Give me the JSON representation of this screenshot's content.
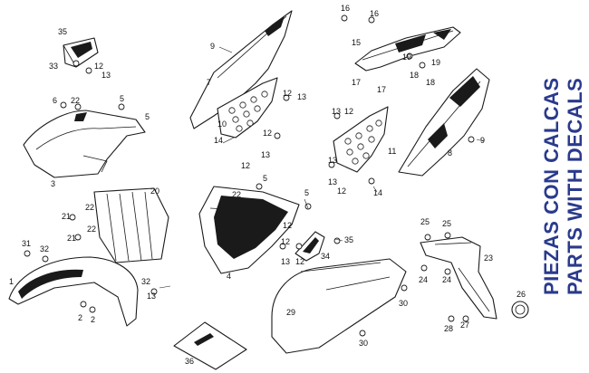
{
  "title_es": "PIEZAS CON CALCAS",
  "title_en": "PARTS WITH DECALS",
  "brand_color": "#2a3a8c",
  "callouts": {
    "c1": "1",
    "c2a": "2",
    "c2b": "2",
    "c3": "3",
    "c4": "4",
    "c5a": "5",
    "c5b": "5",
    "c5c": "5",
    "c5d": "5",
    "c6": "6",
    "c7": "7",
    "c8": "8",
    "c9a": "9",
    "c9b": "9",
    "c10": "10",
    "c11": "11",
    "c12a": "12",
    "c12b": "12",
    "c12c": "12",
    "c12d": "12",
    "c12e": "12",
    "c12f": "12",
    "c12g": "12",
    "c12h": "12",
    "c12i": "12",
    "c13a": "13",
    "c13b": "13",
    "c13c": "13",
    "c13d": "13",
    "c13e": "13",
    "c13f": "13",
    "c13g": "13",
    "c13h": "13",
    "c14a": "14",
    "c14b": "14",
    "c15": "15",
    "c16a": "16",
    "c16b": "16",
    "c17a": "17",
    "c17b": "17",
    "c18a": "18",
    "c18b": "18",
    "c19a": "19",
    "c19b": "19",
    "c20": "20",
    "c21a": "21",
    "c21b": "21",
    "c22a": "22",
    "c22b": "22",
    "c22c": "22",
    "c22d": "22",
    "c23": "23",
    "c24a": "24",
    "c24b": "24",
    "c25a": "25",
    "c25b": "25",
    "c26": "26",
    "c27": "27",
    "c28": "28",
    "c29": "29",
    "c30a": "30",
    "c30b": "30",
    "c31": "31",
    "c32a": "32",
    "c32b": "32",
    "c33": "33",
    "c34": "34",
    "c35a": "35",
    "c35b": "35",
    "c36": "36"
  }
}
